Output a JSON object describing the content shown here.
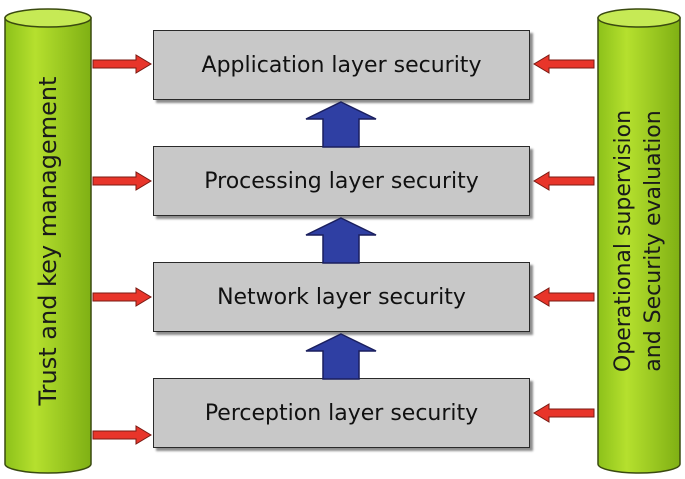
{
  "left_pillar": {
    "label": "Trust and key management"
  },
  "right_pillar": {
    "line1": "Operational supervision",
    "line2": "and Security evaluation"
  },
  "layers": [
    {
      "label": "Application layer security"
    },
    {
      "label": "Processing layer security"
    },
    {
      "label": "Network layer security"
    },
    {
      "label": "Perception layer security"
    }
  ],
  "colors": {
    "pillar_green": "#9ccc1e",
    "layer_gray": "#c8c8c8",
    "side_arrow_red": "#e8352a",
    "up_arrow_blue": "#2f3fa3"
  }
}
